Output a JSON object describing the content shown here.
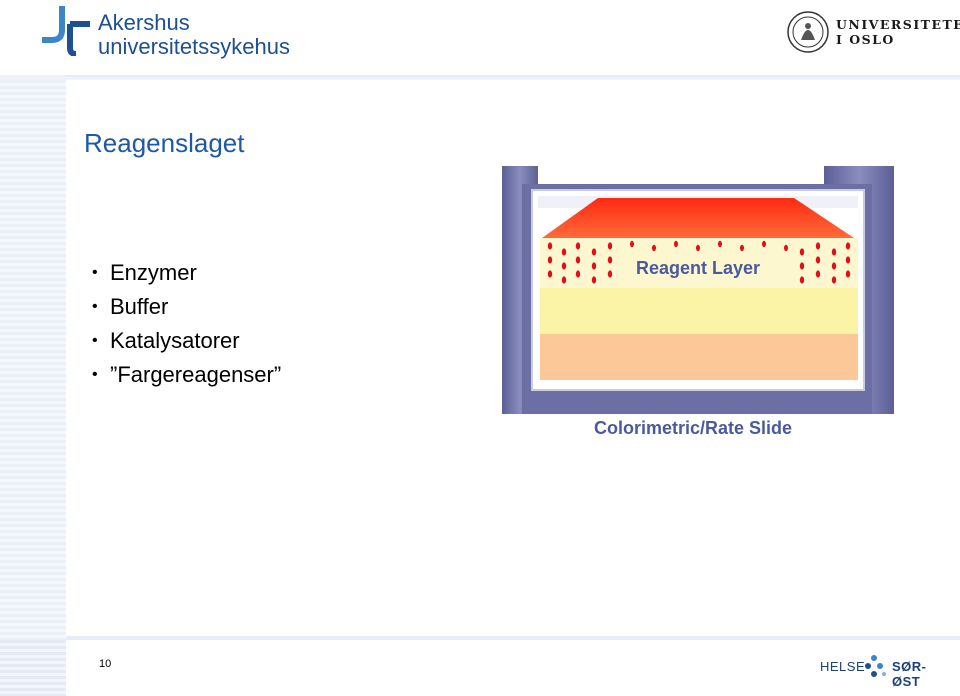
{
  "header": {
    "left_logo_line1": "Akershus",
    "left_logo_line2": "universitetssykehus",
    "right_logo_line1": "UNIVERSITETET",
    "right_logo_line2": "I OSLO"
  },
  "slide": {
    "title": "Reagenslaget",
    "bullets": [
      "Enzymer",
      "Buffer",
      "Katalysatorer",
      "”Fargereagenser”"
    ],
    "figure_label": "Reagent Layer",
    "figure_caption": "Colorimetric/Rate Slide"
  },
  "footer": {
    "page_number": "10",
    "logo_left": "HELSE",
    "logo_right": "SØR-ØST"
  },
  "colors": {
    "title": "#1f58a6",
    "brand_blue": "#1d4f91",
    "figure_frame": "#6c6fa3",
    "reagent_red": "#ff3a1a",
    "layer_yellow": "#fbf3a6",
    "layer_peach": "#fcc898"
  },
  "icons": [
    "ahus-mark-icon",
    "uio-seal-icon",
    "helse-dots-icon",
    "bullet-dot-icon"
  ]
}
